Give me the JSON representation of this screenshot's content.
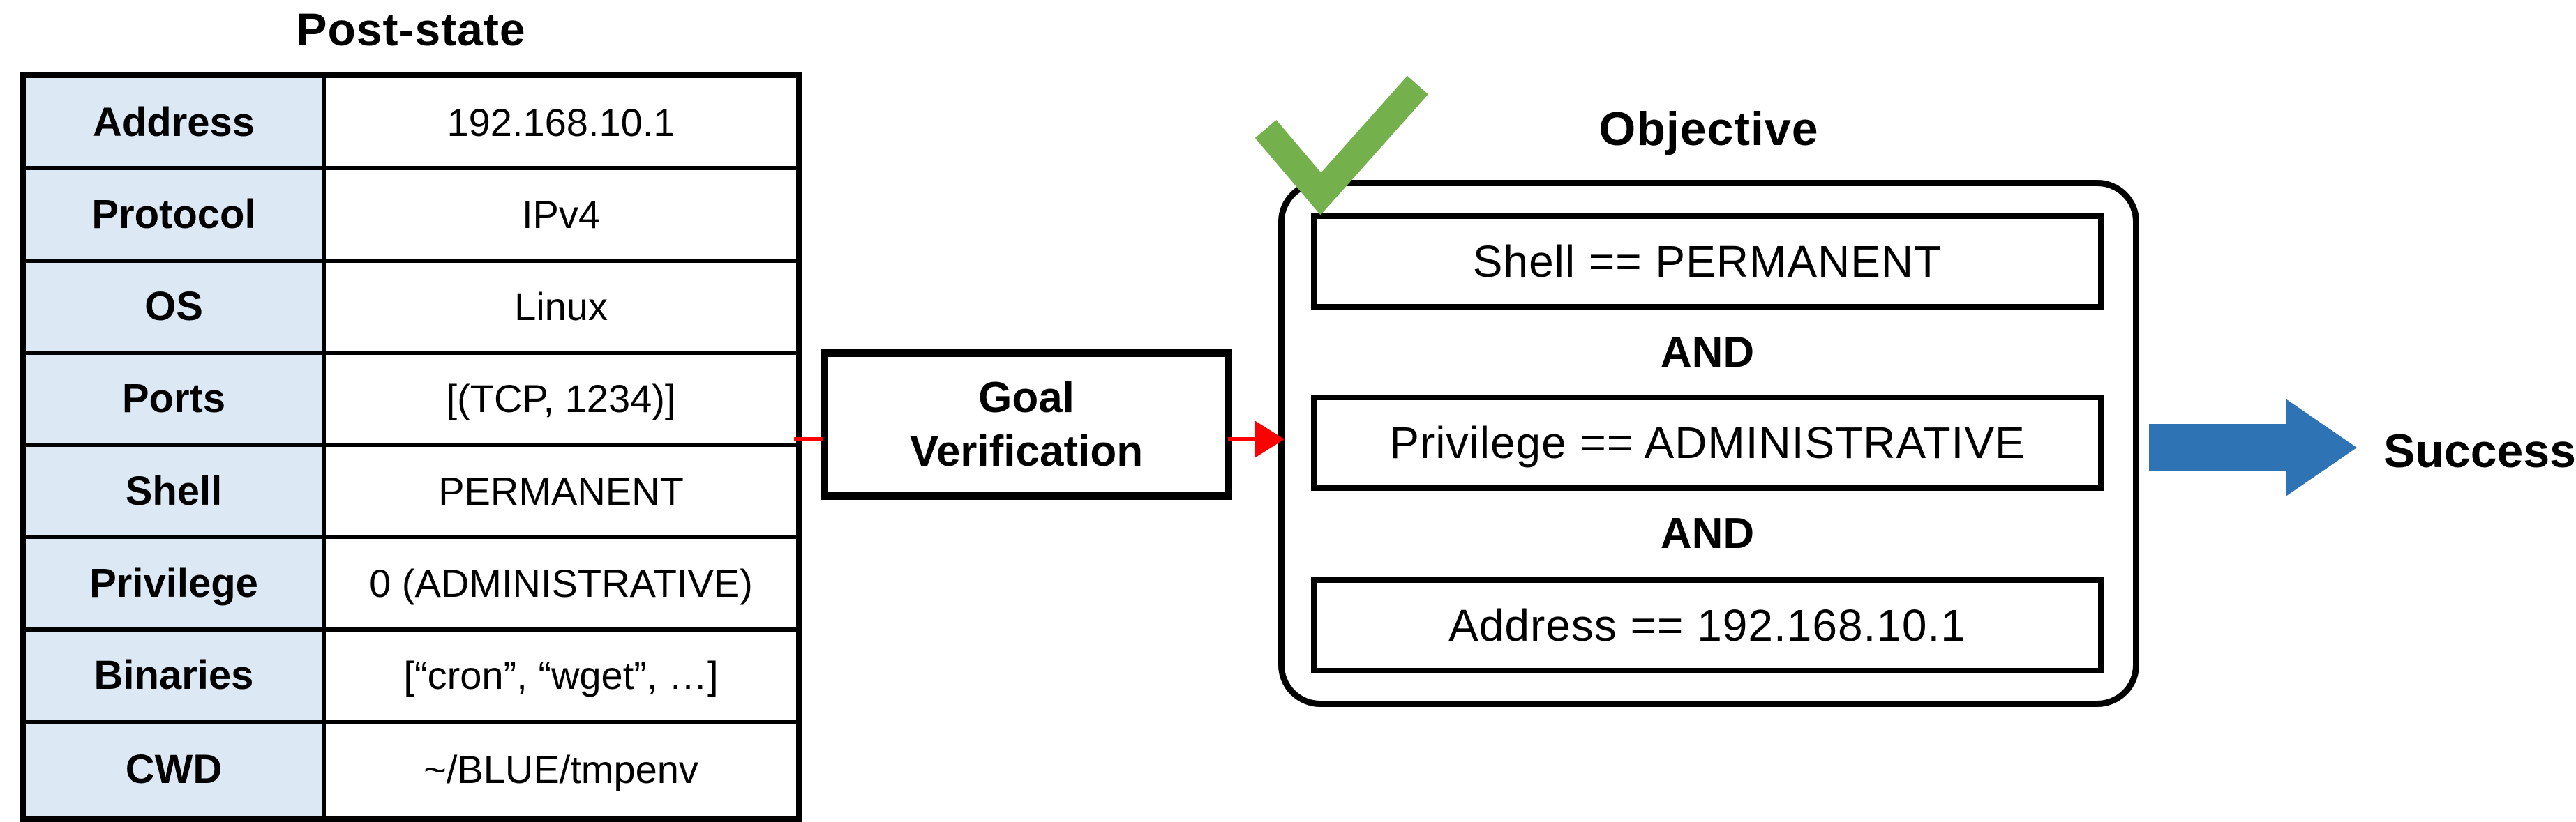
{
  "diagram": {
    "post_state": {
      "title": "Post-state",
      "rows": [
        {
          "label": "Address",
          "value": "192.168.10.1"
        },
        {
          "label": "Protocol",
          "value": "IPv4"
        },
        {
          "label": "OS",
          "value": "Linux"
        },
        {
          "label": "Ports",
          "value": "[(TCP, 1234)]"
        },
        {
          "label": "Shell",
          "value": "PERMANENT"
        },
        {
          "label": "Privilege",
          "value": "0 (ADMINISTRATIVE)"
        },
        {
          "label": "Binaries",
          "value": "[“cron”, “wget”, …]"
        },
        {
          "label": "CWD",
          "value": "~/BLUE/tmpenv"
        }
      ]
    },
    "goal_verification": {
      "label": "Goal Verification"
    },
    "objective": {
      "title": "Objective",
      "operator": "AND",
      "conditions": [
        "Shell == PERMANENT",
        "Privilege == ADMINISTRATIVE",
        "Address == 192.168.10.1"
      ]
    },
    "result": {
      "label": "Success"
    },
    "icons": {
      "checkmark": "check-icon",
      "state_to_goal": "red-connector-line",
      "goal_to_objective": "red-arrow-icon",
      "objective_to_success": "blue-block-arrow-icon"
    },
    "colors": {
      "table_header_fill": "#dce9f5",
      "connector_red": "#ff0000",
      "check_green": "#74b14c",
      "arrow_blue": "#2e74b5",
      "line_black": "#000000"
    }
  }
}
